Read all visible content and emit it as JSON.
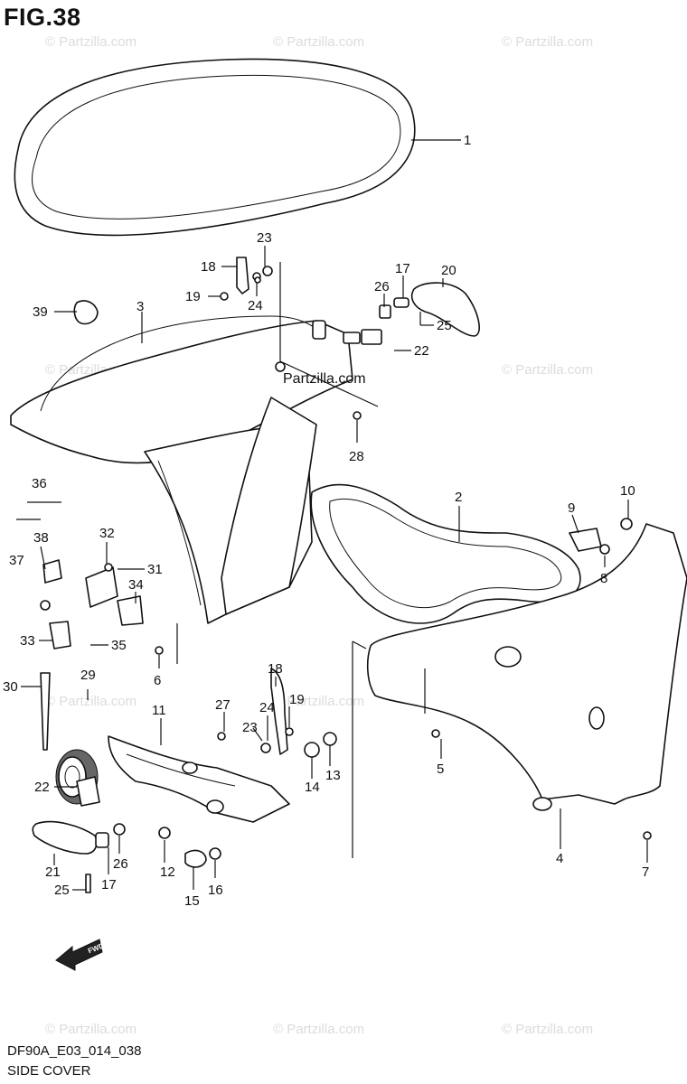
{
  "figure": {
    "title": "FIG.38"
  },
  "watermark": {
    "text": "© Partzilla.com"
  },
  "center_watermark": "Partzilla.com",
  "footer": {
    "code": "DF90A_E03_014_038",
    "caption": "SIDE COVER"
  },
  "fwd_label": "FWD",
  "callouts": [
    "1",
    "23",
    "18",
    "17",
    "20",
    "26",
    "19",
    "24",
    "39",
    "3",
    "25",
    "22",
    "28",
    "36",
    "2",
    "10",
    "9",
    "32",
    "38",
    "37",
    "31",
    "34",
    "8",
    "33",
    "35",
    "6",
    "18",
    "29",
    "30",
    "27",
    "19",
    "11",
    "24",
    "23",
    "5",
    "13",
    "14",
    "22",
    "21",
    "26",
    "17",
    "12",
    "16",
    "15",
    "25",
    "4",
    "7"
  ]
}
